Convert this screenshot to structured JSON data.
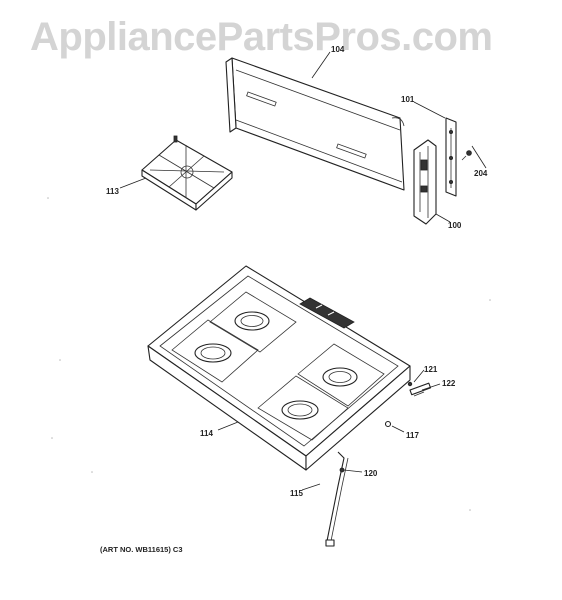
{
  "watermark": "AppliancePartsPros.com",
  "art_number": "(ART NO. WB11615) C3",
  "callouts": {
    "backsplash": "104",
    "end_cap_left": "101",
    "screw": "204",
    "end_cap_right": "100",
    "burner_grate": "113",
    "cooktop": "114",
    "part_121": "121",
    "part_122": "122",
    "part_117": "117",
    "part_120": "120",
    "tube": "115"
  }
}
